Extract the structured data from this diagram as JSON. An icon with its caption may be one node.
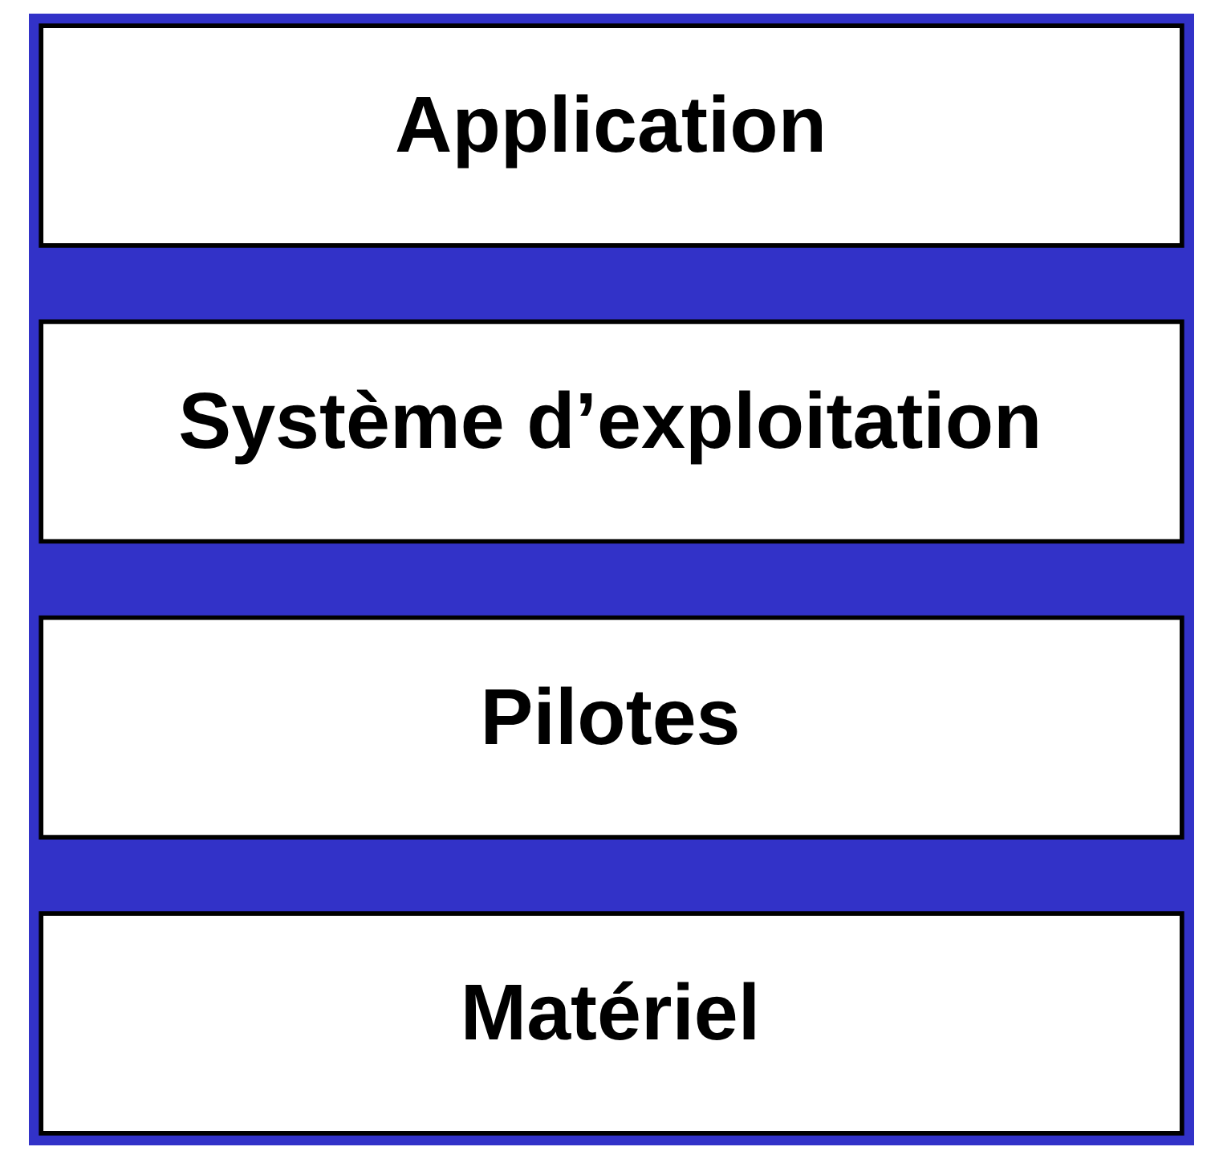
{
  "diagram": {
    "nodes": [
      {
        "text": [
          "Application"
        ]
      },
      {
        "text": [
          "Système d’exploitation"
        ]
      },
      {
        "text": [
          "Pilotes"
        ]
      },
      {
        "text": [
          "Matériel"
        ]
      }
    ]
  }
}
